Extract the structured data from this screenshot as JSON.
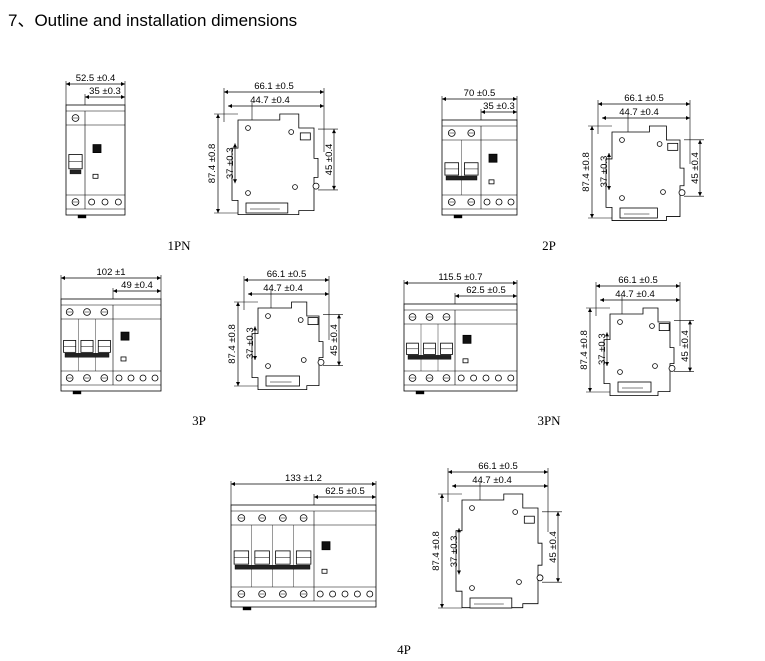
{
  "heading": "7、Outline and installation dimensions",
  "figures": [
    {
      "id": "1pn",
      "caption": "1PN",
      "front": {
        "overall": "52.5 ±0.4",
        "inner": "35 ±0.3"
      },
      "side": {
        "depth": "66.1 ±0.5",
        "depth_inner": "44.7 ±0.4",
        "height": "87.4 ±0.8",
        "rail": "37 ±0.3",
        "neck": "45 ±0.4"
      }
    },
    {
      "id": "2p",
      "caption": "2P",
      "front": {
        "overall": "70 ±0.5",
        "inner": "35 ±0.3"
      },
      "side": {
        "depth": "66.1 ±0.5",
        "depth_inner": "44.7 ±0.4",
        "height": "87.4 ±0.8",
        "rail": "37 ±0.3",
        "neck": "45 ±0.4"
      }
    },
    {
      "id": "3p",
      "caption": "3P",
      "front": {
        "overall": "102 ±1",
        "inner": "49 ±0.4"
      },
      "side": {
        "depth": "66.1 ±0.5",
        "depth_inner": "44.7 ±0.4",
        "height": "87.4 ±0.8",
        "rail": "37 ±0.3",
        "neck": "45 ±0.4"
      }
    },
    {
      "id": "3pn",
      "caption": "3PN",
      "front": {
        "overall": "115.5 ±0.7",
        "inner": "62.5 ±0.5"
      },
      "side": {
        "depth": "66.1 ±0.5",
        "depth_inner": "44.7 ±0.4",
        "height": "87.4 ±0.8",
        "rail": "37 ±0.3",
        "neck": "45 ±0.4"
      }
    },
    {
      "id": "4p",
      "caption": "4P",
      "front": {
        "overall": "133 ±1.2",
        "inner": "62.5 ±0.5"
      },
      "side": {
        "depth": "66.1 ±0.5",
        "depth_inner": "44.7 ±0.4",
        "height": "87.4 ±0.8",
        "rail": "37 ±0.3",
        "neck": "45 ±0.4"
      }
    }
  ]
}
